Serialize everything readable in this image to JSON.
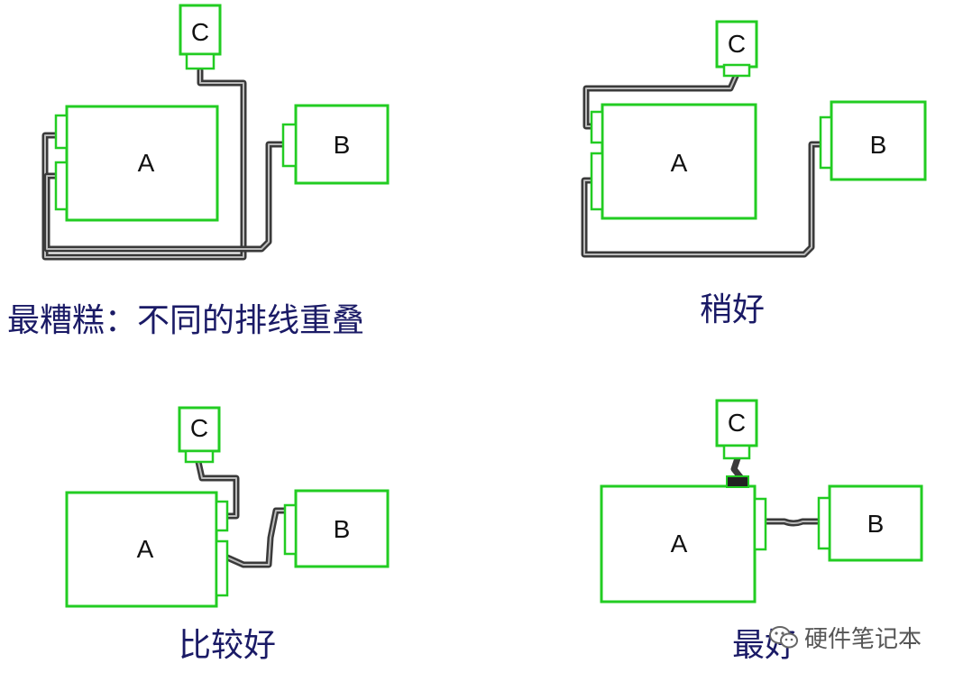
{
  "panels": [
    {
      "id": "worst",
      "caption": "最糟糕：不同的排线重叠"
    },
    {
      "id": "better",
      "caption": "稍好"
    },
    {
      "id": "good",
      "caption": "比较好"
    },
    {
      "id": "best",
      "caption": "最好"
    }
  ],
  "box_labels": {
    "a": "A",
    "b": "B",
    "c": "C"
  },
  "colors": {
    "box_border": "#22cc22",
    "cable": "#3a3a3a",
    "caption": "#1a1a66"
  },
  "watermark": {
    "text": "硬件笔记本",
    "icon": "wechat-icon"
  }
}
